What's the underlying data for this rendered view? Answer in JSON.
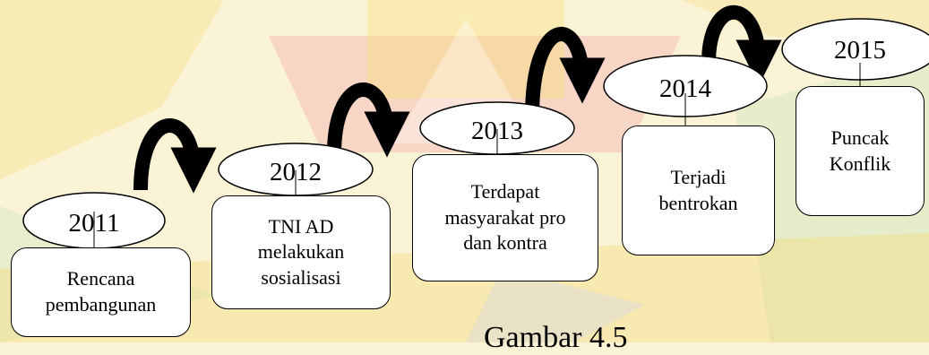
{
  "timeline": [
    {
      "year": "2011",
      "label_lines": [
        "Rencana",
        "pembangunan"
      ]
    },
    {
      "year": "2012",
      "label_lines": [
        "TNI AD",
        "melakukan",
        "sosialisasi"
      ]
    },
    {
      "year": "2013",
      "label_lines": [
        "Terdapat",
        "masyarakat pro",
        "dan kontra"
      ]
    },
    {
      "year": "2014",
      "label_lines": [
        "Terjadi",
        "bentrokan"
      ]
    },
    {
      "year": "2015",
      "label_lines": [
        "Puncak",
        "Konflik"
      ]
    }
  ],
  "caption": "Gambar 4.5",
  "colors": {
    "background": "#fbf3d6",
    "watermark_yellow": "#f5dc6e",
    "watermark_red": "#f0a3a3",
    "watermark_green": "#cfe6b9",
    "watermark_gray": "#d8d8d8",
    "arrow": "#000000"
  }
}
